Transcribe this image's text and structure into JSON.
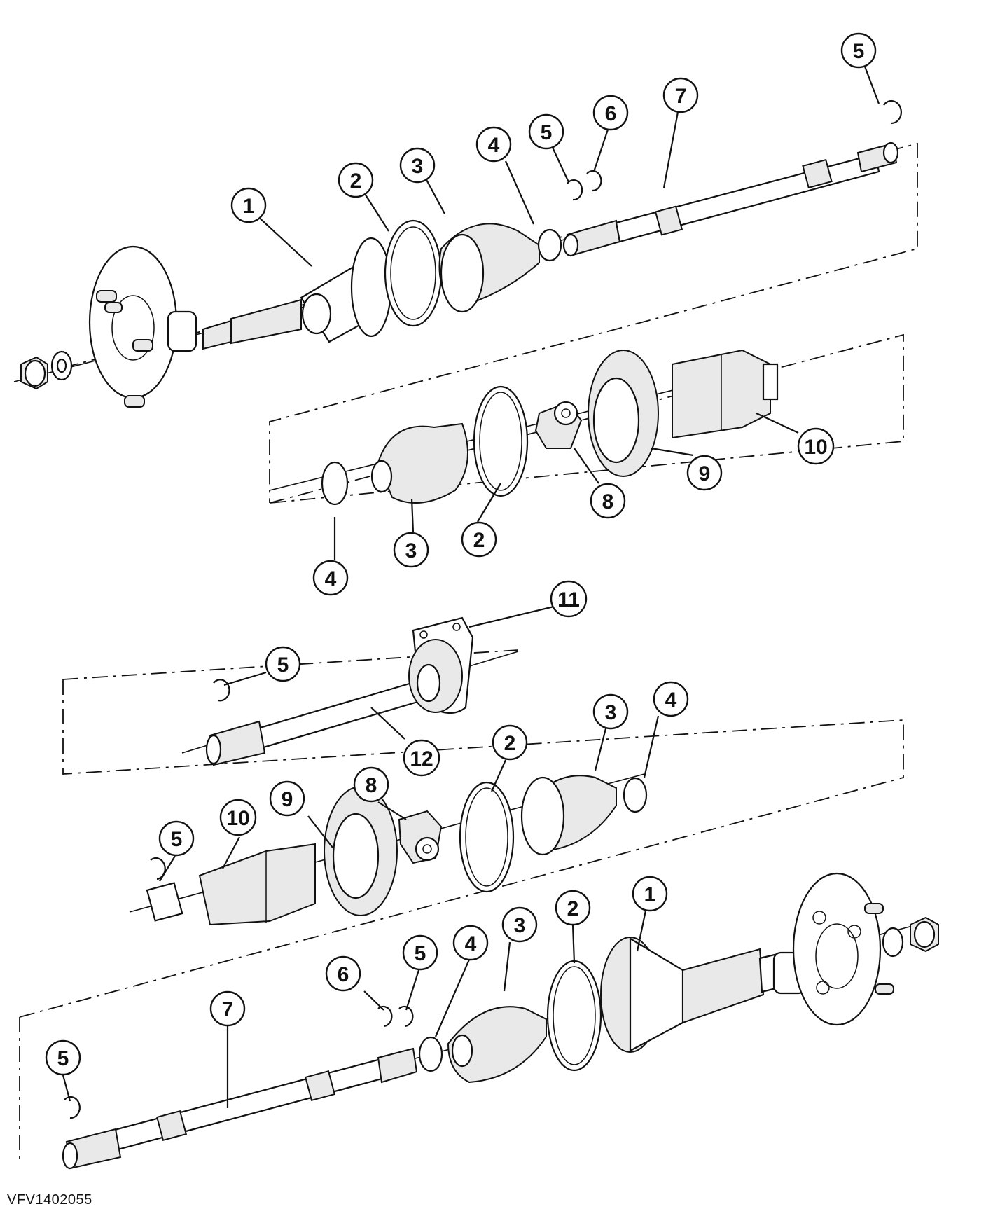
{
  "figure": {
    "id": "VFV1402055"
  },
  "callouts": [
    {
      "label": "1"
    },
    {
      "label": "2"
    },
    {
      "label": "3"
    },
    {
      "label": "4"
    },
    {
      "label": "5"
    },
    {
      "label": "5"
    },
    {
      "label": "6"
    },
    {
      "label": "7"
    },
    {
      "label": "4"
    },
    {
      "label": "3"
    },
    {
      "label": "2"
    },
    {
      "label": "8"
    },
    {
      "label": "9"
    },
    {
      "label": "10"
    },
    {
      "label": "11"
    },
    {
      "label": "5"
    },
    {
      "label": "12"
    },
    {
      "label": "10"
    },
    {
      "label": "9"
    },
    {
      "label": "8"
    },
    {
      "label": "2"
    },
    {
      "label": "3"
    },
    {
      "label": "4"
    },
    {
      "label": "5"
    },
    {
      "label": "1"
    },
    {
      "label": "2"
    },
    {
      "label": "3"
    },
    {
      "label": "4"
    },
    {
      "label": "5"
    },
    {
      "label": "6"
    },
    {
      "label": "7"
    },
    {
      "label": "5"
    }
  ]
}
